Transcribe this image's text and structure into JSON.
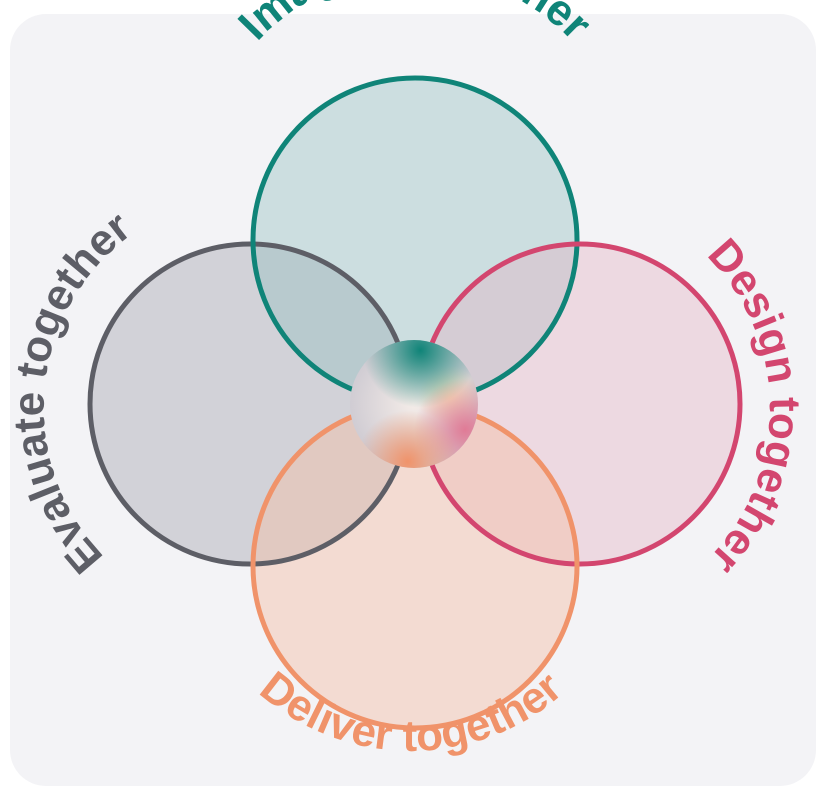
{
  "diagram": {
    "labels": {
      "imagine": "Imagine together",
      "design": "Design together",
      "deliver": "Deliver together",
      "evaluate": "Evaluate together"
    },
    "colors": {
      "imagine_stroke": "#0f8478",
      "imagine_fill": "#d3e3e3",
      "design_stroke": "#d3466f",
      "design_fill": "#f0dbe1",
      "deliver_stroke": "#f0936a",
      "deliver_fill": "#f4dfd5",
      "evaluate_stroke": "#5d5e66",
      "evaluate_fill": "#d4d4da",
      "background": "#f3f3f6"
    }
  }
}
